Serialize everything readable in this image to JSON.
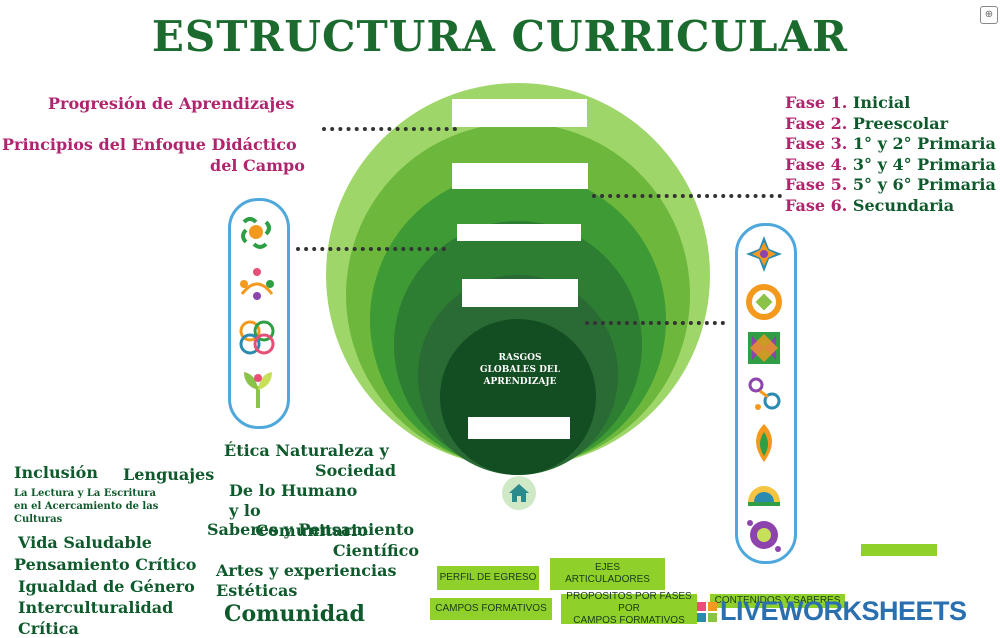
{
  "title": "ESTRUCTURA CURRICULAR",
  "left_labels": {
    "progresion": "Progresión de Aprendizajes",
    "principios_1": "Principios del Enfoque Didáctico",
    "principios_2": "del Campo"
  },
  "fases": [
    {
      "num": "Fase 1.",
      "name": "Inicial"
    },
    {
      "num": "Fase 2.",
      "name": "Preescolar"
    },
    {
      "num": "Fase 3.",
      "name": "1° y 2° Primaria"
    },
    {
      "num": "Fase 4.",
      "name": "3° y 4° Primaria"
    },
    {
      "num": "Fase 5.",
      "name": "5° y 6° Primaria"
    },
    {
      "num": "Fase 6.",
      "name": "Secundaria"
    }
  ],
  "center_label": [
    "RASGOS",
    "GLOBALES DEL",
    "APRENDIZAJE"
  ],
  "ejes": {
    "inclusion": "Inclusión",
    "lectura": [
      "La Lectura y La Escritura",
      "en el Acercamiento de las",
      "Culturas"
    ],
    "vida": "Vida Saludable",
    "pensamiento": "Pensamiento Crítico",
    "igualdad": "Igualdad de Género",
    "intercult_1": "Interculturalidad",
    "intercult_2": "Crítica"
  },
  "campos": {
    "lenguajes": "Lenguajes",
    "etica": [
      "Ética Naturaleza y",
      "Sociedad"
    ],
    "humano": [
      "De lo Humano y lo",
      "Comunitario"
    ],
    "saberes": [
      "Saberes y Pensamiento",
      "Científico"
    ],
    "artes": [
      "Artes y experiencias",
      "Estéticas"
    ],
    "comunidad": "Comunidad"
  },
  "tags": {
    "perfil": "PERFIL DE EGRESO",
    "ejes": [
      "EJES",
      "ARTICULADORES"
    ],
    "campos": "CAMPOS FORMATIVOS",
    "propositos": [
      "PROPOSITOS POR FASES POR",
      "CAMPOS FORMATIVOS"
    ],
    "contenidos": "CONTENIDOS Y SABERES"
  },
  "watermark": "LIVEWORKSHEETS",
  "colors": {
    "title": "#1b6b2f",
    "pink": "#b0246e",
    "tag": "#8fd12a"
  }
}
